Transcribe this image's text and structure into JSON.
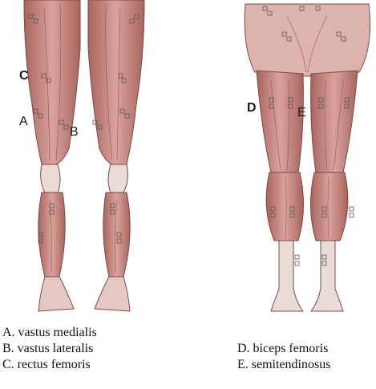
{
  "front_view": {
    "labels": {
      "A": "A",
      "B": "B",
      "C": "C"
    }
  },
  "back_view": {
    "labels": {
      "D": "D",
      "E": "E"
    }
  },
  "legend": {
    "left": [
      "A.  vastus  medialis",
      "B.  vastus  lateralis",
      "C.  rectus  femoris"
    ],
    "right": [
      "D.  biceps  femoris",
      "E.  semitendinosus"
    ]
  },
  "colors": {
    "muscle": "#c98d86",
    "muscle_dark": "#9c5c55",
    "tendon": "#e9dcd6",
    "outline": "#7a4a45"
  }
}
